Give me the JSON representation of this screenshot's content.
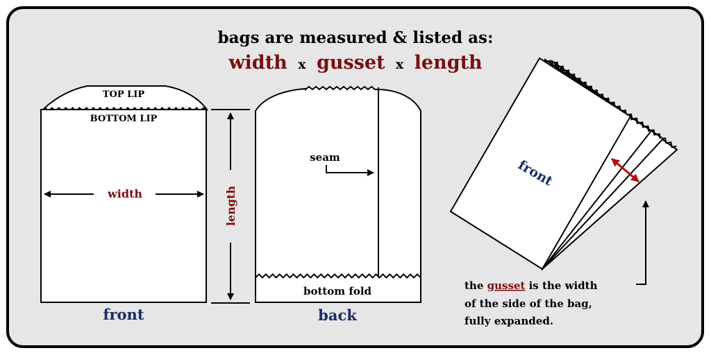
{
  "heading": {
    "line1": "bags are measured & listed as:",
    "part_width": "width",
    "part_x1": "x",
    "part_gusset": "gusset",
    "part_x2": "x",
    "part_length": "length"
  },
  "front_bag": {
    "top_lip": "TOP LIP",
    "bottom_lip": "BOTTOM LIP",
    "width_label": "width",
    "length_label": "length",
    "caption": "front"
  },
  "back_bag": {
    "seam_label": "seam",
    "bottom_fold": "bottom fold",
    "caption": "back"
  },
  "gusset_bag": {
    "front_label": "front",
    "note_line1_prefix": "the ",
    "note_gusset": "gusset",
    "note_line1_suffix": " is the width",
    "note_line2": "of the side of the bag,",
    "note_line3": "fully expanded."
  },
  "colors": {
    "background": "#e6e6e6",
    "accent_red": "#7a0e0e",
    "accent_blue": "#1a2c66",
    "ink": "#000000"
  }
}
